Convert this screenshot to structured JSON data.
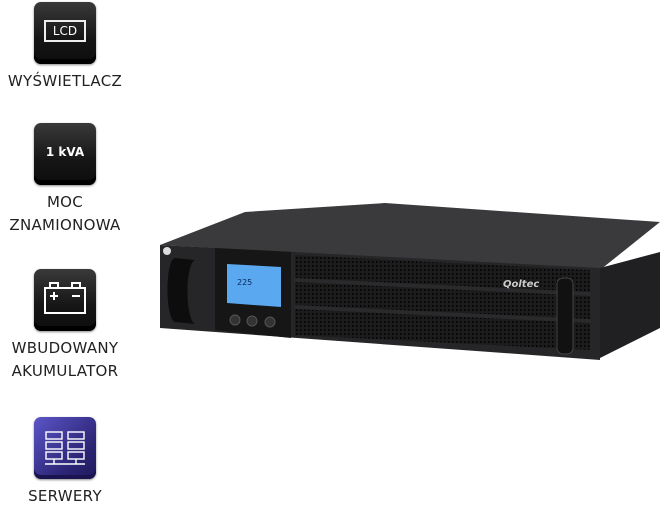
{
  "features": [
    {
      "icon": "lcd-icon",
      "icon_text": "LCD",
      "label_lines": [
        "WYŚWIETLACZ"
      ]
    },
    {
      "icon": "power-rating-icon",
      "icon_text": "1 kVA",
      "label_lines": [
        "MOC",
        "ZNAMIONOWA"
      ]
    },
    {
      "icon": "battery-icon",
      "icon_text": "",
      "label_lines": [
        "WBUDOWANY",
        "AKUMULATOR"
      ]
    },
    {
      "icon": "servers-icon",
      "icon_text": "",
      "label_lines": [
        "SERWERY"
      ]
    }
  ],
  "product": {
    "brand_logo": "Qoltec",
    "lcd_readout": "225"
  },
  "colors": {
    "key_dark": "#151515",
    "key_purple": "#2b2474",
    "lcd_screen": "#5aa8f0"
  }
}
